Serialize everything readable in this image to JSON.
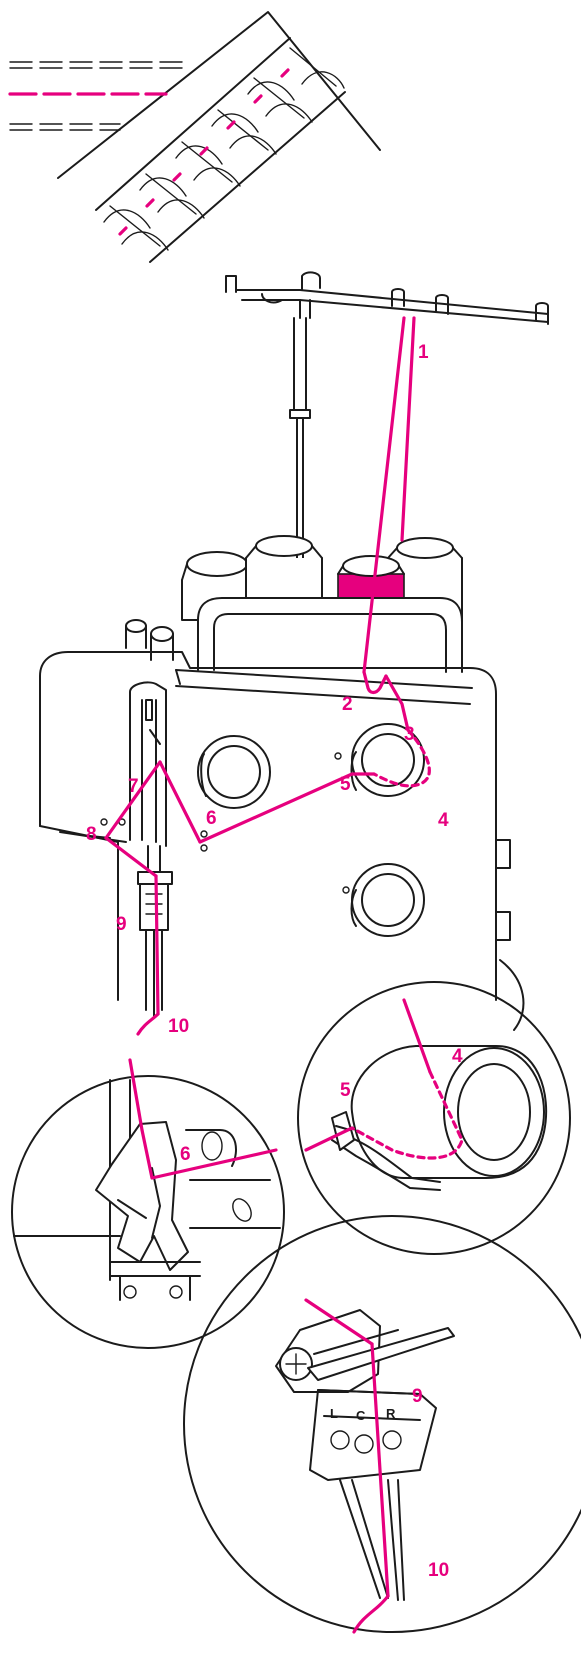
{
  "accent_color": "#e6007e",
  "line_color": "#1b1b1b",
  "main_labels": [
    "1",
    "2",
    "3",
    "4",
    "5",
    "6",
    "7",
    "8",
    "9",
    "10"
  ],
  "detail_left": {
    "labels": [
      "6"
    ]
  },
  "detail_right": {
    "labels": [
      "4",
      "5"
    ]
  },
  "detail_bottom": {
    "labels": [
      "9",
      "10"
    ],
    "needle_marks": [
      "L",
      "C",
      "R"
    ]
  }
}
